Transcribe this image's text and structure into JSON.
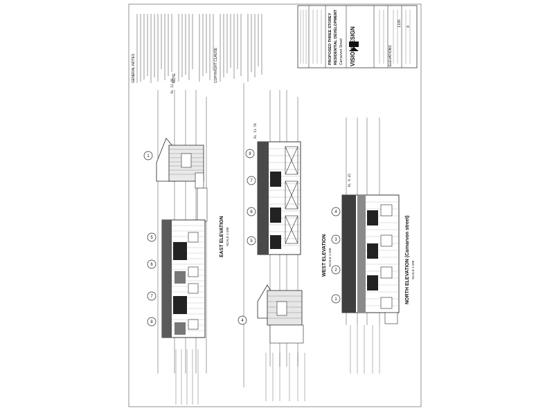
{
  "title_block": {
    "brand": "VISIONDESIGN",
    "project_line_1": "PROPOSED THREE STOREY",
    "project_line_2": "RESIDENTIAL DEVELOPMENT",
    "address_line": "Carnarvon Street",
    "drawing_title": "ELEVATIONS",
    "job_no": "1186",
    "sheet_no": "8"
  },
  "notes": {
    "general_heading": "GENERAL NOTES",
    "note_heading": "NOTE",
    "copyright_heading": "COPYRIGHT CLAUSE"
  },
  "elevations": {
    "east": {
      "title": "EAST ELEVATION",
      "scale": "SCALE 1:100"
    },
    "west": {
      "title": "WEST ELEVATION",
      "scale": "SCALE 1:100"
    },
    "north": {
      "title": "NORTH ELEVATION (Carnarvon street)",
      "scale": "SCALE 1:100"
    }
  },
  "grid_markers": {
    "east": [
      "1",
      "5",
      "6",
      "7",
      "8"
    ],
    "west": [
      "8",
      "7",
      "6",
      "5",
      "4"
    ],
    "north": [
      "1",
      "2",
      "3",
      "4"
    ]
  },
  "levels": {
    "rl_1": "RL 12.86",
    "rl_2": "RL 11.70",
    "rl_3": "RL 9.45"
  }
}
